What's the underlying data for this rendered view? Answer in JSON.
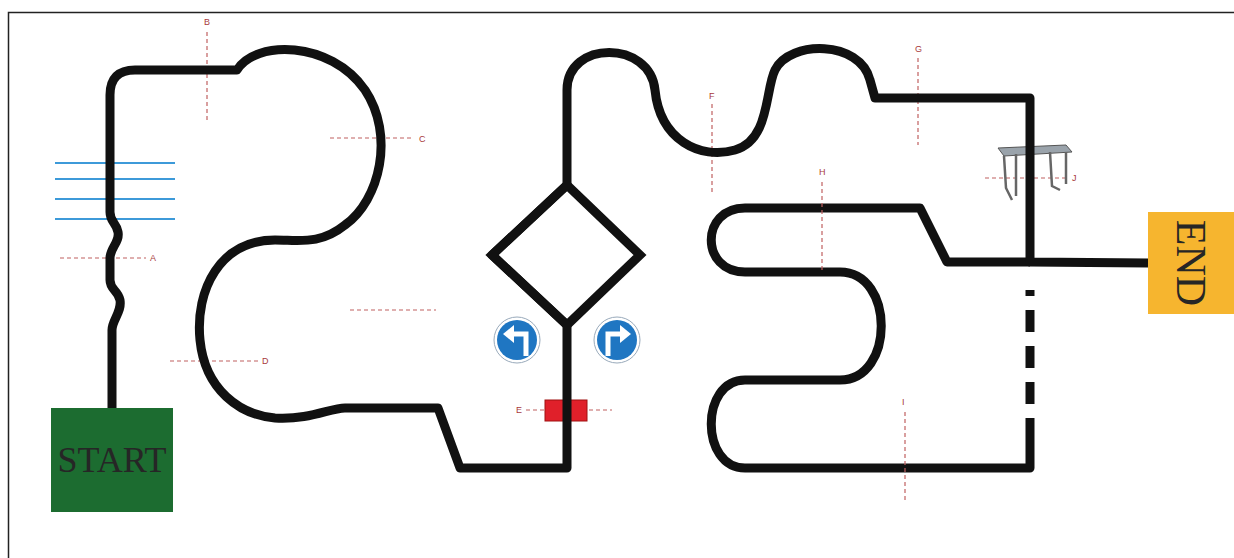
{
  "diagram": {
    "nodes": [
      {
        "text": [
          "START"
        ]
      },
      {
        "text": [
          "END"
        ]
      }
    ],
    "edges": [
      {
        "from": 0,
        "to": 1,
        "arrow": "none"
      }
    ],
    "labels": [
      "B",
      "C",
      "A",
      "D",
      "E",
      "F",
      "G",
      "H",
      "J",
      "I"
    ]
  }
}
